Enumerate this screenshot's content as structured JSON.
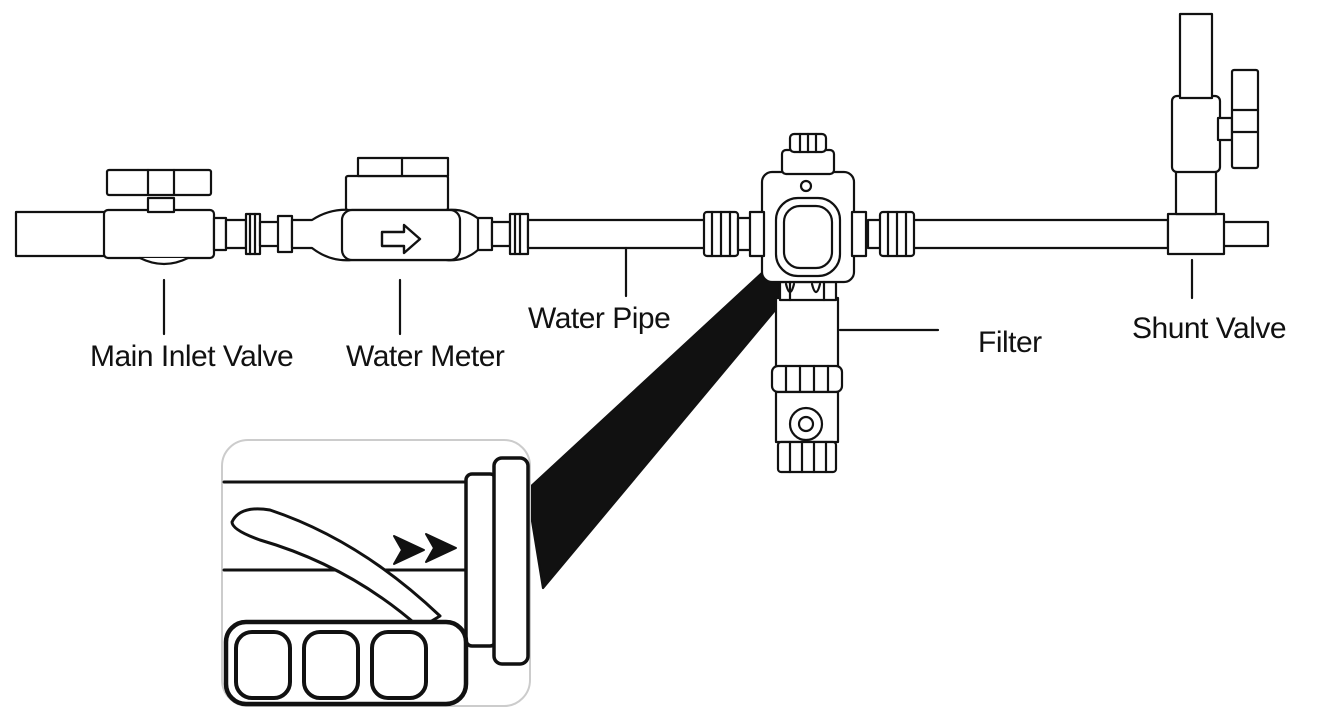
{
  "labels": {
    "main_inlet_valve": "Main Inlet Valve",
    "water_meter": "Water Meter",
    "water_pipe": "Water Pipe",
    "filter": "Filter",
    "shunt_valve": "Shunt Valve"
  },
  "colors": {
    "line": "#111111",
    "fill": "#ffffff",
    "dark": "#111111",
    "panel_border": "#cccccc"
  }
}
